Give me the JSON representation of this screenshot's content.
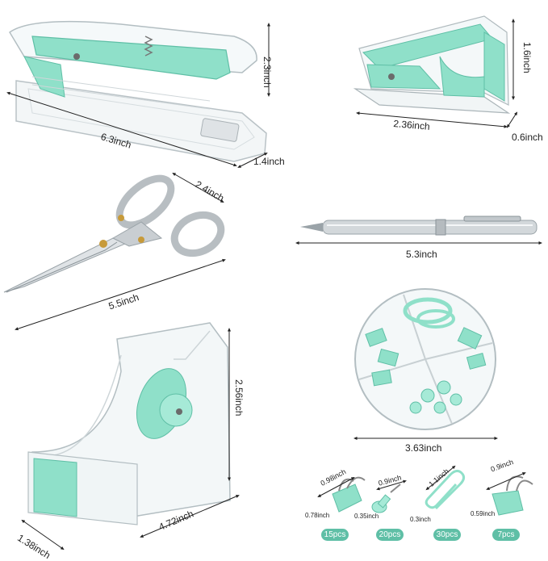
{
  "colors": {
    "accent": "#8fe0c9",
    "accent_dark": "#5fbfa6",
    "acrylic": "#eef3f4",
    "metal": "#c9ced2"
  },
  "stapler": {
    "length": "6.3inch",
    "height": "2.3inch",
    "width": "1.4inch"
  },
  "staple_remover": {
    "length": "2.36inch",
    "height": "1.6inch",
    "width": "0.6inch"
  },
  "scissors": {
    "length": "5.5inch",
    "handle": "2.4inch"
  },
  "pen": {
    "length": "5.3inch"
  },
  "tape_dispenser": {
    "height": "2.56inch",
    "length": "4.72inch",
    "width": "1.38inch"
  },
  "clip_tray": {
    "diameter": "3.63inch"
  },
  "accessories": [
    {
      "name": "binder-clip-large",
      "dim_a": "0.98inch",
      "dim_b": "0.78inch",
      "count": "15pcs"
    },
    {
      "name": "push-pin",
      "dim_a": "0.9inch",
      "dim_b": "0.35inch",
      "count": "20pcs"
    },
    {
      "name": "paper-clip",
      "dim_a": "1.1inch",
      "dim_b": "0.3inch",
      "count": "30pcs"
    },
    {
      "name": "binder-clip-small",
      "dim_a": "0.9inch",
      "dim_b": "0.59inch",
      "count": "7pcs"
    }
  ]
}
